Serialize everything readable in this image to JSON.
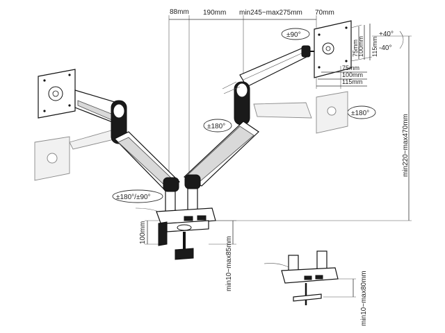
{
  "dimensions": {
    "top_88": "88mm",
    "top_190": "190mm",
    "top_range": "min245~max275mm",
    "top_70": "70mm",
    "vesa_75_v": "75mm",
    "vesa_100_v": "100mm",
    "vesa_115_v": "115mm",
    "vesa_75_h": "75mm",
    "vesa_100_h": "100mm",
    "vesa_115_h": "115mm",
    "height_range": "min220~max470mm",
    "clamp_100": "100mm",
    "clamp_range": "min10~max85mm",
    "grommet_range": "min10~max80mm"
  },
  "rotations": {
    "rot_90": "±90°",
    "tilt_up": "+40°",
    "tilt_down": "-40°",
    "rot_180_right": "±180°",
    "rot_180_mid": "±180°",
    "rot_180_90": "±180°/±90°"
  }
}
